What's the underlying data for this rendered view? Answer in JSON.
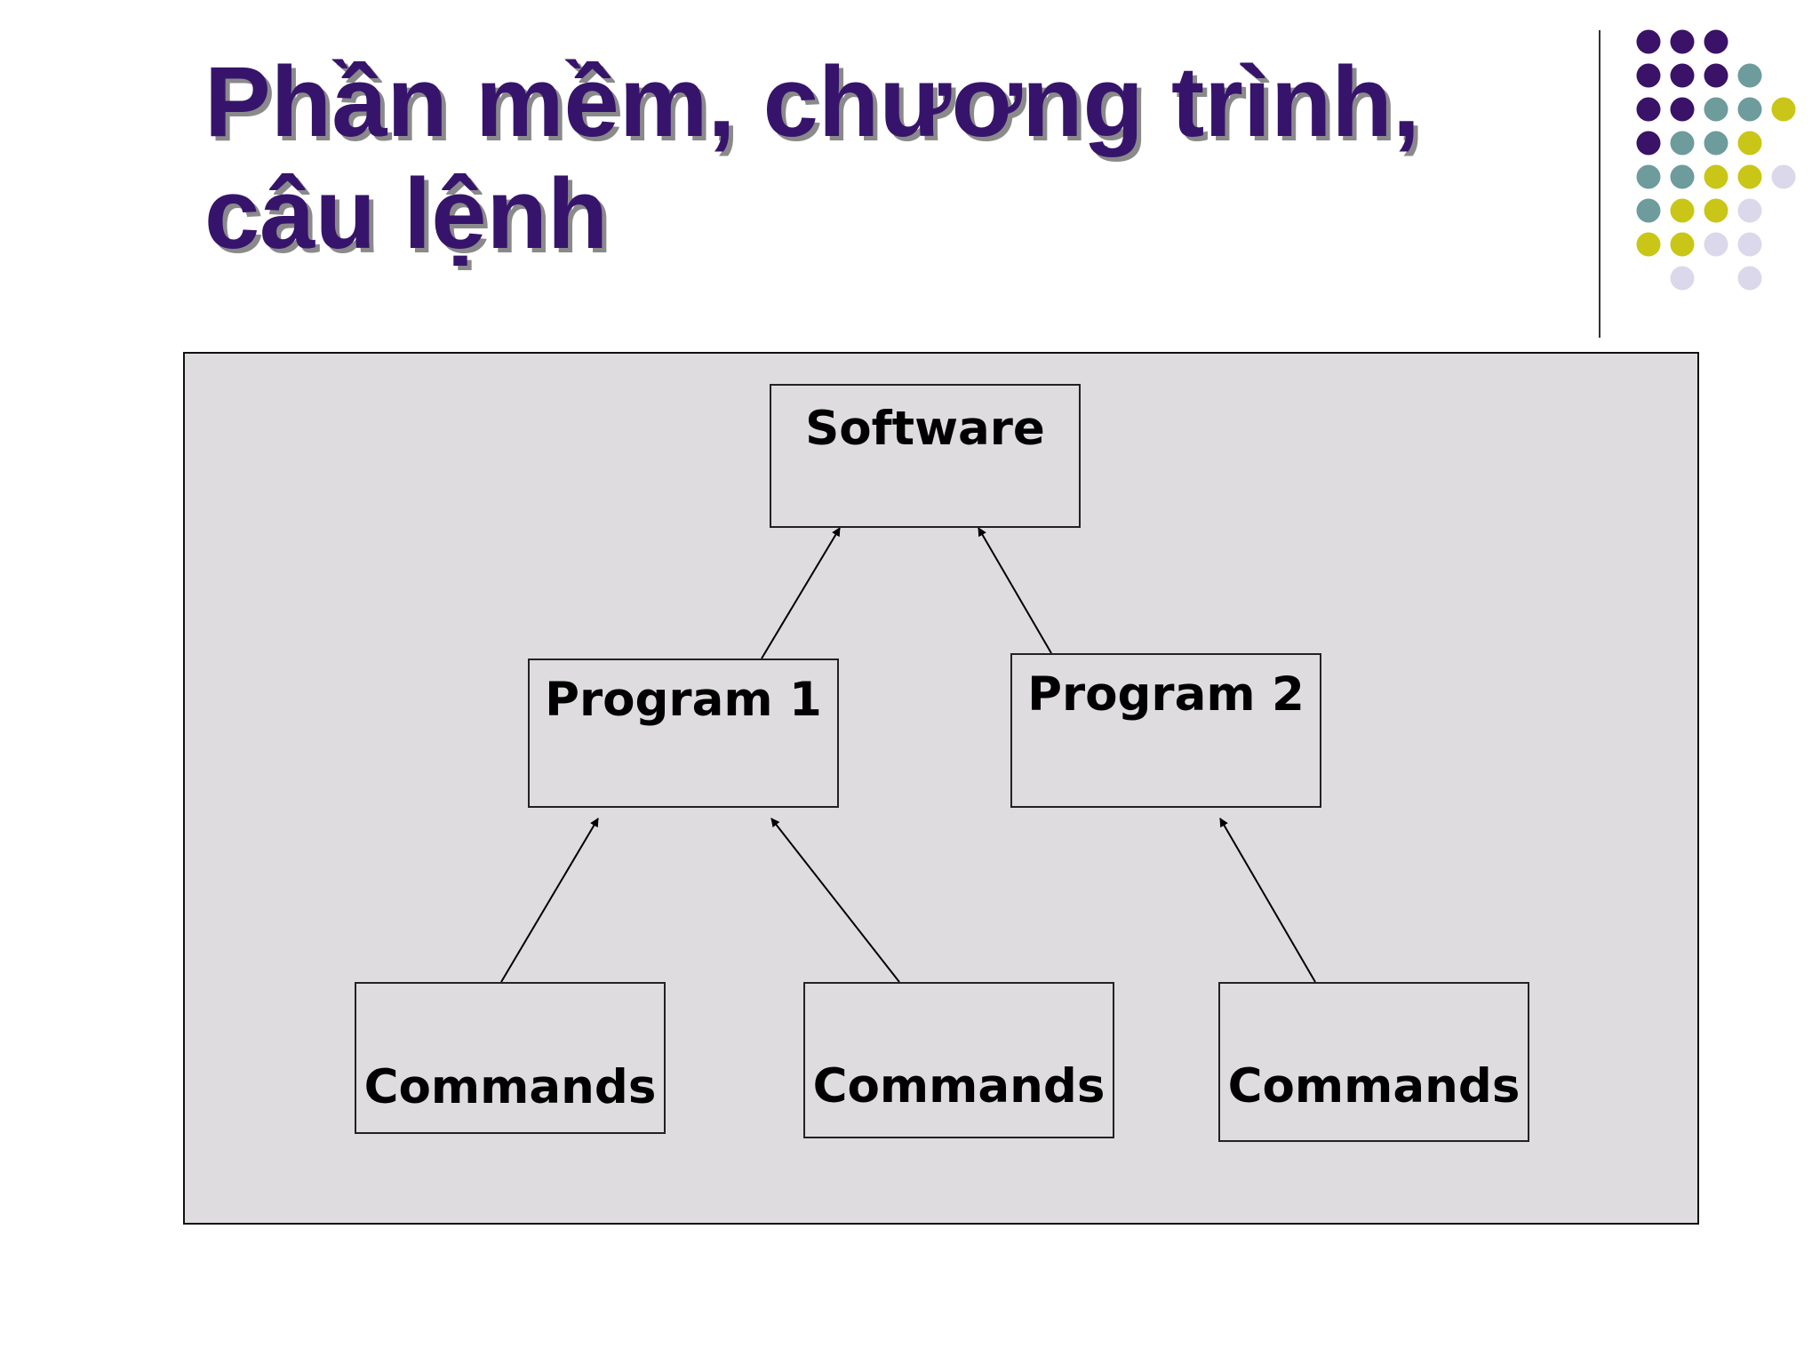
{
  "slide": {
    "title": "Phần mềm, chương trình, câu lệnh",
    "dot_colors": {
      "purple": "#3a1268",
      "teal": "#6e9b9b",
      "olive": "#c9c617",
      "lavender": "#dad8ea"
    }
  },
  "diagram": {
    "nodes": {
      "software": "Software",
      "program_1": "Program 1",
      "program_2": "Program 2",
      "commands_1": "Commands",
      "commands_2": "Commands",
      "commands_3": "Commands"
    },
    "edges": [
      {
        "from": "program_1",
        "to": "software"
      },
      {
        "from": "program_2",
        "to": "software"
      },
      {
        "from": "commands_1",
        "to": "program_1"
      },
      {
        "from": "commands_2",
        "to": "program_1"
      },
      {
        "from": "commands_3",
        "to": "program_2"
      }
    ]
  }
}
